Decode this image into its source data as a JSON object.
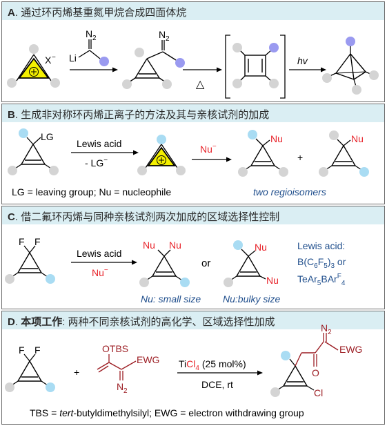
{
  "panels": {
    "a": {
      "letter": "A",
      "title": "通过环丙烯基重氮甲烷合成四面体烷",
      "counterion": "X",
      "counterion_charge": "−",
      "reagent_li": "Li",
      "reagent_n2": "N",
      "reagent_n2_sub": "2",
      "product_n2": "N",
      "product_n2_sub": "2",
      "heat_symbol": "△",
      "light": "hv"
    },
    "b": {
      "letter": "B",
      "title": "生成非对称环丙烯正离子的方法及其与亲核试剂的加成",
      "lg": "LG",
      "lewis_acid": "Lewis acid",
      "minus_lg": "- LG",
      "minus_lg_sup": "−",
      "nu": "Nu",
      "nu_sup": "−",
      "nu_product": "Nu",
      "plus": "+",
      "legend": "LG = leaving group; Nu = nucleophile",
      "note": "two regioisomers"
    },
    "c": {
      "letter": "C",
      "title": "借二氟环丙烯与同种亲核试剂两次加成的区域选择性控制",
      "f": "F",
      "lewis_acid": "Lewis acid",
      "nu": "Nu",
      "nu_sup": "−",
      "nu_product": "Nu",
      "or": "or",
      "small_note": "Nu: small size",
      "bulky_note": "Nu:bulky size",
      "la_title": "Lewis acid:",
      "la_b": "B(C",
      "la_b_sub1": "6",
      "la_b_f": "F",
      "la_b_sub2": "5",
      "la_b_end": ")",
      "la_b_sub3": "3",
      "la_b_or": " or",
      "la_te": "TeAr",
      "la_te_sub": "5",
      "la_te_b": "BAr",
      "la_te_sup": "F",
      "la_te_sub2": "4"
    },
    "d": {
      "letter": "D",
      "title_bold": "本项工作",
      "title": ": 两种不同亲核试剂的高化学、区域选择性加成",
      "f": "F",
      "plus": "+",
      "otbs": "OTBS",
      "ewg": "EWG",
      "n2": "N",
      "n2_sub": "2",
      "ticl_ti": "Ti",
      "ticl_cl": "Cl",
      "ticl_sub": "4",
      "ticl_loading": " (25 mol%)",
      "conditions": "DCE, rt",
      "product_n2": "N",
      "product_n2_sub": "2",
      "product_o": "O",
      "product_ewg": "EWG",
      "product_cl": "Cl",
      "legend_a": "TBS = ",
      "legend_tert": "tert",
      "legend_b": "-butyldimethylsilyl; EWG = electron withdrawing group"
    }
  },
  "colors": {
    "header_bg": "#daeef3",
    "grey_ball": "#d4d4d4",
    "cyan_ball": "#a9dcf3",
    "purple_ball": "#9a9af0",
    "cation_yellow": "#f4f000",
    "red": "#e8242b",
    "darkred": "#9c1d23",
    "blue_text": "#1f4e8c"
  }
}
